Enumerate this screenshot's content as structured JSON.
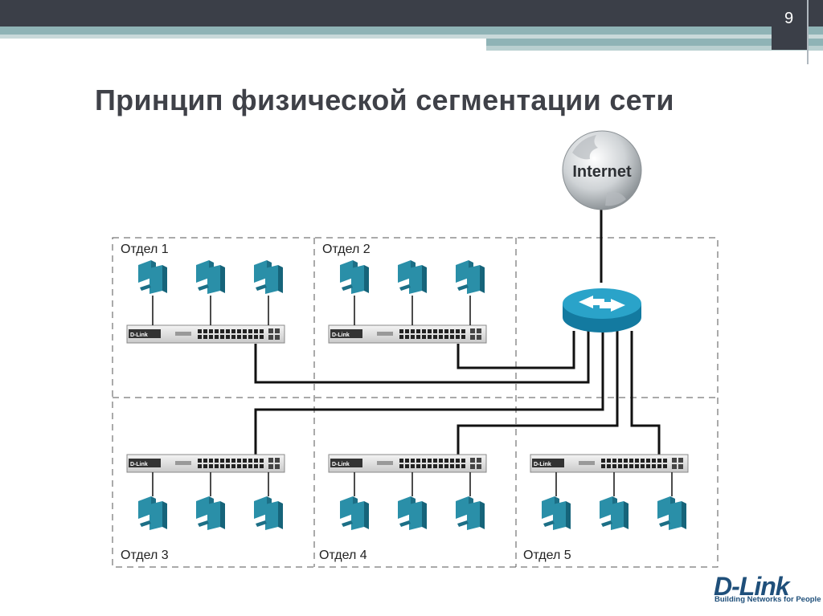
{
  "slide": {
    "page_number": "9",
    "title": "Принцип физической сегментации сети"
  },
  "diagram": {
    "internet_label": "Internet",
    "departments": [
      "Отдел 1",
      "Отдел 2",
      "Отдел 3",
      "Отдел 4",
      "Отдел 5"
    ],
    "switch_brand": "D-Link"
  },
  "logo": {
    "name": "D-Link",
    "tagline": "Building Networks for People"
  },
  "colors": {
    "header_dark": "#3b3f48",
    "header_teal": "#8fb3b6",
    "computer": "#2a8fa8",
    "router": "#1d8fb0",
    "title": "#3f4148",
    "logo": "#1f4f7a"
  }
}
